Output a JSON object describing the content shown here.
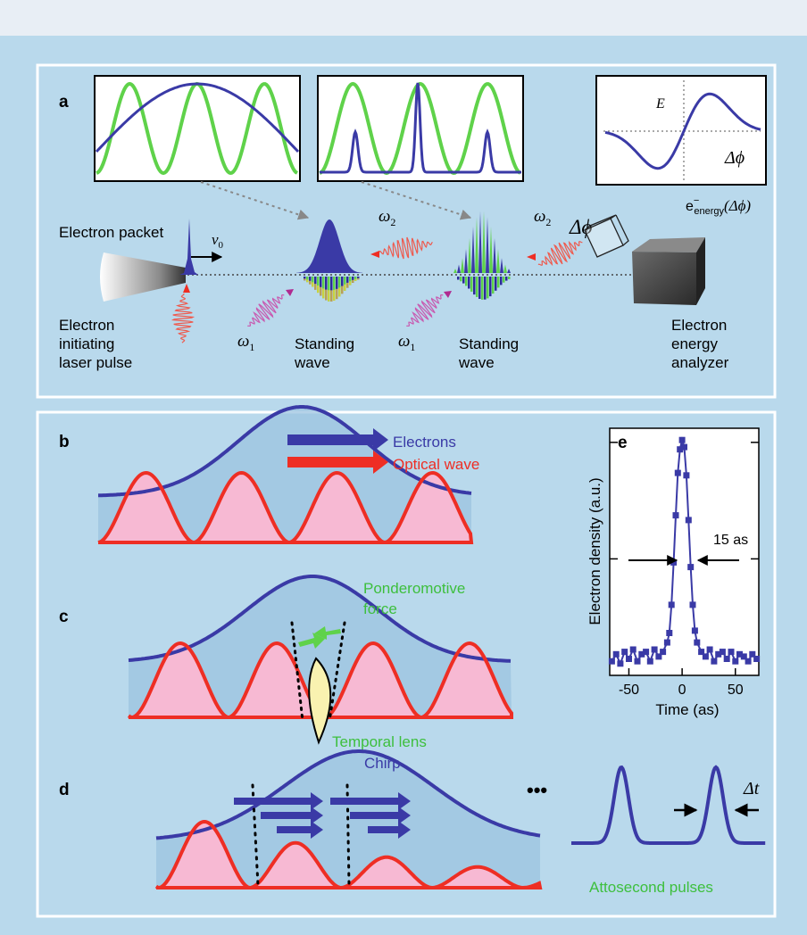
{
  "colors": {
    "background": "#b9d9ec",
    "panel_border": "#ffffff",
    "blue": "#3a3aa6",
    "green": "#5fd24a",
    "red": "#ee2e24",
    "pink": "#f7b9d3",
    "label_green": "#3dbf3d",
    "lens": "#f9f2b0"
  },
  "panel_a": {
    "label": "a",
    "electron_packet": "Electron packet",
    "velocity": "v",
    "velocity_sub": "0",
    "omega2_left": "ω",
    "omega2_left_sub": "2",
    "omega2_right": "ω",
    "omega2_right_sub": "2",
    "omega1_left": "ω",
    "omega1_left_sub": "1",
    "omega1_right": "ω",
    "omega1_right_sub": "1",
    "delta_phi": "Δϕ",
    "inset_E": "E",
    "inset_dphi": "Δϕ",
    "energy_label": "e",
    "energy_sup": "−",
    "energy_sub": "energy",
    "energy_arg": "(Δϕ)",
    "src_label": [
      "Electron",
      "initiating",
      "laser pulse"
    ],
    "sw1_label": [
      "Standing",
      "wave"
    ],
    "sw2_label": [
      "Standing",
      "wave"
    ],
    "analyzer_label": [
      "Electron",
      "energy",
      "analyzer"
    ]
  },
  "panel_b": {
    "label": "b",
    "electrons": "Electrons",
    "optical": "Optical wave"
  },
  "panel_c": {
    "label": "c",
    "ponderomotive_1": "Ponderomotive",
    "ponderomotive_2": "force",
    "lens": "Temporal lens"
  },
  "panel_d": {
    "label": "d",
    "chirp": "Chirp",
    "ellipsis": "•••",
    "delta_t": "Δt",
    "attosecond": "Attosecond pulses"
  },
  "panel_e": {
    "label": "e",
    "ylabel": "Electron density (a.u.)",
    "xlabel": "Time (as)",
    "fwhm": "15 as",
    "ticks": [
      "-50",
      "0",
      "50"
    ]
  },
  "chart_data": {
    "type": "scatter",
    "title": "",
    "xlabel": "Time (as)",
    "ylabel": "Electron density (a.u.)",
    "xlim": [
      -68,
      72
    ],
    "ylim": [
      0,
      1.05
    ],
    "xticks": [
      -50,
      0,
      50
    ],
    "annotation": "15 as",
    "x": [
      -66,
      -62,
      -58,
      -54,
      -50,
      -46,
      -42,
      -38,
      -34,
      -30,
      -26,
      -22,
      -18,
      -14,
      -12,
      -10,
      -8,
      -6,
      -4,
      -2,
      0,
      2,
      4,
      6,
      8,
      10,
      12,
      14,
      18,
      22,
      26,
      30,
      34,
      38,
      42,
      46,
      50,
      54,
      58,
      62,
      66,
      70
    ],
    "y": [
      0.06,
      0.09,
      0.05,
      0.1,
      0.07,
      0.11,
      0.06,
      0.09,
      0.1,
      0.06,
      0.11,
      0.08,
      0.1,
      0.14,
      0.18,
      0.3,
      0.48,
      0.68,
      0.86,
      0.96,
      1.0,
      0.97,
      0.85,
      0.66,
      0.46,
      0.3,
      0.19,
      0.14,
      0.1,
      0.08,
      0.11,
      0.06,
      0.09,
      0.1,
      0.07,
      0.1,
      0.06,
      0.09,
      0.08,
      0.06,
      0.09,
      0.07
    ]
  }
}
